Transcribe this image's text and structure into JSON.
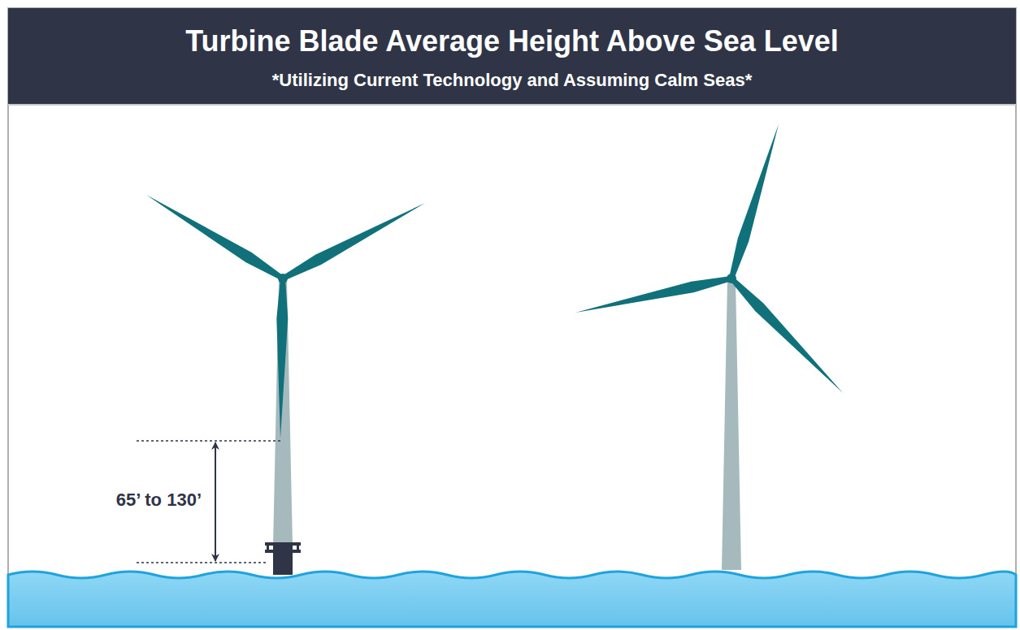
{
  "diagram": {
    "title": "Turbine Blade Average Height Above Sea Level",
    "labels": [
      "*Utilizing Current Technology and Assuming Calm Seas*",
      "65’ to 130’"
    ]
  }
}
